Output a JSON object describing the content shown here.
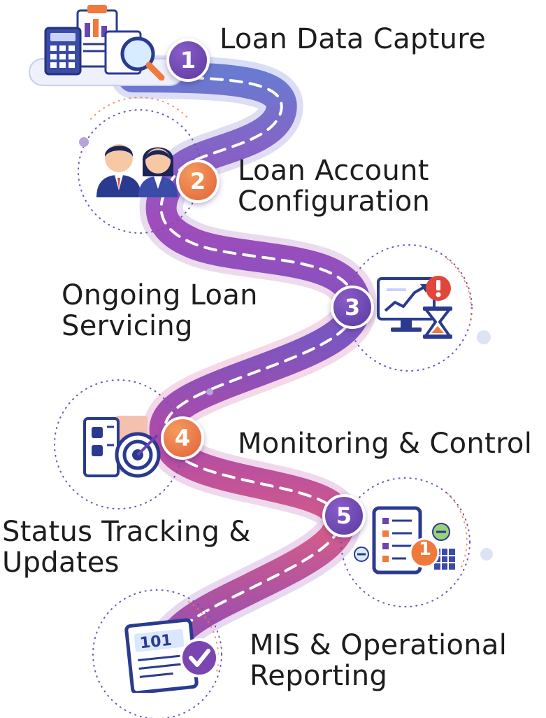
{
  "steps": [
    {
      "number": "1",
      "lines": [
        "Loan Data Capture"
      ],
      "icon": "calculator-report-magnifier-icon"
    },
    {
      "number": "2",
      "lines": [
        "Loan Account",
        "Configuration"
      ],
      "icon": "business-people-icon"
    },
    {
      "number": "3",
      "lines": [
        "Ongoing Loan",
        "Servicing"
      ],
      "icon": "monitor-chart-hourglass-icon"
    },
    {
      "number": "4",
      "lines": [
        "Monitoring & Control"
      ],
      "icon": "folders-target-icon"
    },
    {
      "number": "5",
      "lines": [
        "Status Tracking &",
        "Updates"
      ],
      "icon": "tablet-checklist-icon"
    },
    {
      "number": "",
      "lines": [
        "MIS & Operational",
        "Reporting"
      ],
      "icon": "report-document-check-icon",
      "icon_text": "101"
    }
  ],
  "colors": {
    "road_start": "#5b6fc4",
    "road_mid": "#9b46b8",
    "road_end": "#e86a72",
    "badge_orange": "#f07a3c",
    "badge_purple": "#6a44b0",
    "text": "#1d1d1f"
  }
}
